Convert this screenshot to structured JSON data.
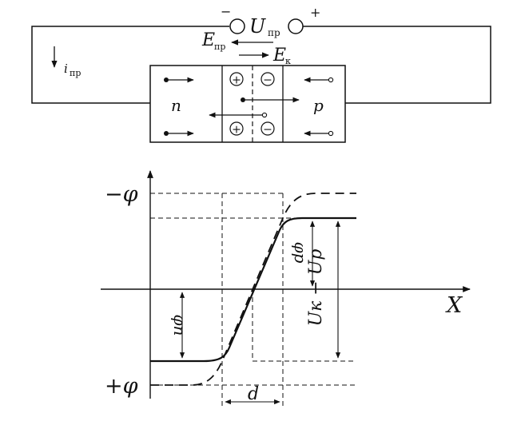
{
  "circuit": {
    "source_minus": "−",
    "source_label": "U",
    "source_sub": "пр",
    "source_plus": "+",
    "field_forward_label": "E",
    "field_forward_sub": "пр",
    "field_contact_label": "E",
    "field_contact_sub": "к",
    "current_label": "i",
    "current_sub": "пр",
    "region_n": "n",
    "region_p": "p",
    "ion_plus": "+",
    "ion_minus": "−"
  },
  "plot": {
    "y_top_label": "−φ",
    "y_bottom_label": "+φ",
    "x_axis_label": "X",
    "phi_n_label": "φn",
    "phi_p_label": "φp",
    "uk_up_label": "Uк − Uр",
    "width_label": "d"
  }
}
